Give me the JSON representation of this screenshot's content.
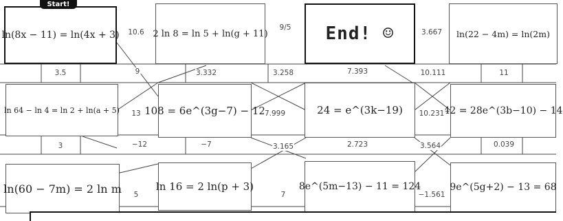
{
  "start_label": "Start!",
  "end_label": "End! ☺",
  "equations": [
    "ln(8x − 11) = ln(4x + 3)",
    "2 ln 8 = ln 5 + ln(g + 11)",
    "ln(22 − 4m) = ln(2m)",
    "ln 64 − ln 4 = ln 2 + ln(a + 5)",
    "108 = 6e^(3g−7) − 12",
    "24 = e^(3k−19)",
    "42 = 28e^(3b−10) − 14",
    "ln(60 − 7m) = 2 ln m",
    "ln 16 = 2 ln(p + 3)",
    "8e^(5m−13) − 11 = 124",
    "9e^(5g+2) − 13 = 68"
  ],
  "answers": {
    "r1c1": "10.6",
    "r1c2": "9/5",
    "r1c3": "3.667",
    "r2a": "3.5",
    "r2b": "9",
    "r2c": "3.332",
    "r2d": "3.258",
    "r2e": "7.393",
    "r2f": "10.111",
    "r2g": "11",
    "r3c1": "13",
    "r3c2": "7.999",
    "r3c3": "10.231",
    "r4a": "3",
    "r4b": "−12",
    "r4c": "−7",
    "r4d": "3.165",
    "r4e": "2.723",
    "r4f": "3.564",
    "r4g": "0.039",
    "r5c1": "5",
    "r5c2": "7",
    "r5c3": "−1.561"
  }
}
